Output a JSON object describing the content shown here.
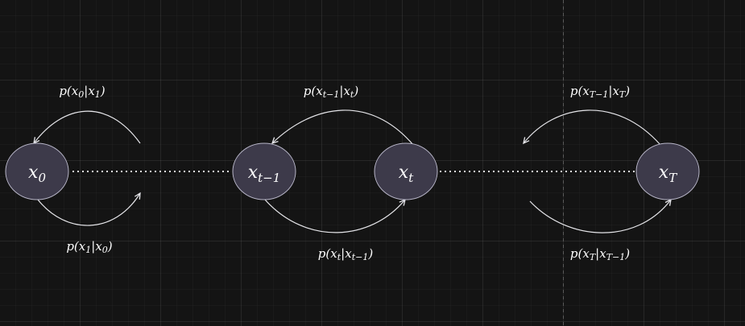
{
  "nodes": {
    "x0": {
      "base": "x",
      "sub": "0"
    },
    "xtm1": {
      "base": "x",
      "sub": "t−1"
    },
    "xt": {
      "base": "x",
      "sub": "t"
    },
    "xT": {
      "base": "x",
      "sub": "T"
    }
  },
  "edges": {
    "reverse_0": {
      "p": "p(",
      "a": "x",
      "a_sub": "0",
      "bar": "|",
      "b": "x",
      "b_sub": "1",
      "close": ")"
    },
    "forward_0": {
      "p": "p(",
      "a": "x",
      "a_sub": "1",
      "bar": "|",
      "b": "x",
      "b_sub": "0",
      "close": ")"
    },
    "reverse_t": {
      "p": "p(",
      "a": "x",
      "a_sub": "t−1",
      "bar": "|",
      "b": "x",
      "b_sub": "t",
      "close": ")"
    },
    "forward_t": {
      "p": "p(",
      "a": "x",
      "a_sub": "t",
      "bar": "|",
      "b": "x",
      "b_sub": "t−1",
      "close": ")"
    },
    "reverse_T": {
      "p": "p(",
      "a": "x",
      "a_sub": "T−1",
      "bar": "|",
      "b": "x",
      "b_sub": "T",
      "close": ")"
    },
    "forward_T": {
      "p": "p(",
      "a": "x",
      "a_sub": "T",
      "bar": "|",
      "b": "x",
      "b_sub": "T−1",
      "close": ")"
    }
  },
  "colors": {
    "background": "#141414",
    "node_fill": "#3d3a4a",
    "node_stroke": "#b8b6c8",
    "line": "#e6e6ea"
  }
}
